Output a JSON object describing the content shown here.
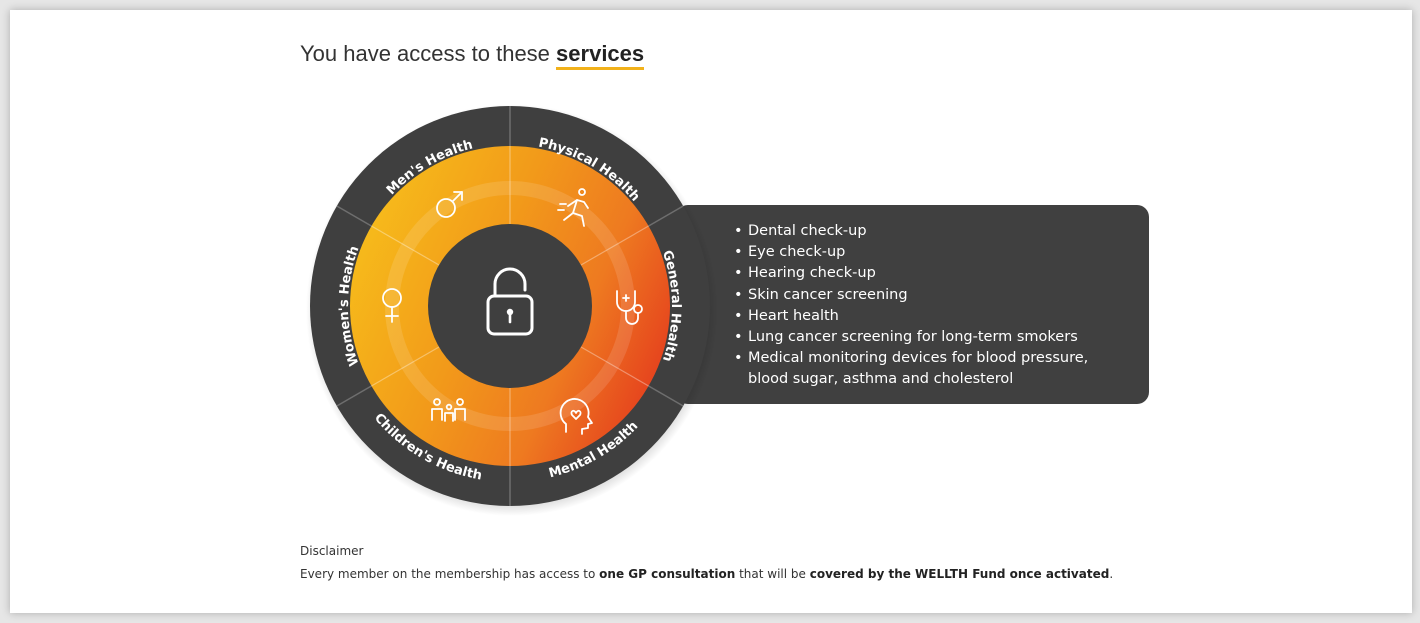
{
  "header": {
    "title_prefix": "You have access to these",
    "title_highlight": "services"
  },
  "wheel": {
    "segments": [
      {
        "label": "Men's Health",
        "icon": "male-symbol-icon"
      },
      {
        "label": "Physical Health",
        "icon": "running-person-icon"
      },
      {
        "label": "General Health",
        "icon": "stethoscope-icon"
      },
      {
        "label": "Mental Health",
        "icon": "head-heart-icon"
      },
      {
        "label": "Children's Health",
        "icon": "family-icon"
      },
      {
        "label": "Women's Health",
        "icon": "female-symbol-icon"
      }
    ],
    "center_icon": "unlocked-padlock-icon"
  },
  "details": {
    "items": [
      "Dental check-up",
      "Eye check-up",
      "Hearing check-up",
      "Skin cancer screening",
      "Heart health",
      "Lung cancer screening for long-term smokers",
      "Medical monitoring devices for blood pressure, blood sugar, asthma and cholesterol"
    ]
  },
  "disclaimer": {
    "heading": "Disclaimer",
    "text_1": "Every member on the membership has access to ",
    "bold_1": "one GP consultation",
    "text_2": " that will be ",
    "bold_2": "covered by the WELLTH Fund once activated",
    "text_3": "."
  },
  "colors": {
    "dark": "#3f3f3f",
    "orange": "#ee7a1f",
    "red_orange": "#e8501f",
    "yellow": "#f5b51a",
    "accent_underline": "#f2b21b"
  }
}
